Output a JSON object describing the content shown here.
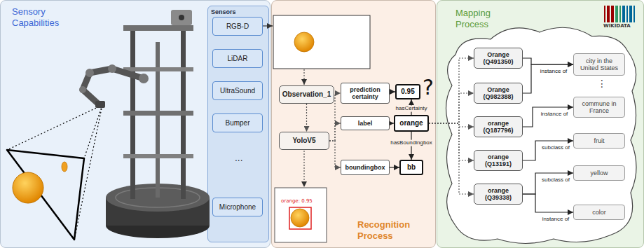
{
  "diagram": {
    "nodes": [
      {
        "text": [
          "Sensory Capabilities"
        ]
      },
      {
        "text": [
          "Sensors"
        ],
        "in": 0
      },
      {
        "text": [
          "RGB-D"
        ],
        "in": 1
      },
      {
        "text": [
          "LiDAR"
        ],
        "in": 1
      },
      {
        "text": [
          "UltraSound"
        ],
        "in": 1
      },
      {
        "text": [
          "Bumper"
        ],
        "in": 1
      },
      {
        "text": [
          "Microphone"
        ],
        "in": 1
      },
      {
        "text": [
          "Recognition Process"
        ]
      },
      {
        "text": [
          "Observation_1"
        ],
        "in": 7
      },
      {
        "text": [
          "YoloV5"
        ],
        "in": 7
      },
      {
        "text": [
          "prediction certainty"
        ],
        "in": 7
      },
      {
        "text": [
          "label"
        ],
        "in": 7
      },
      {
        "text": [
          "boundingbox"
        ],
        "in": 7
      },
      {
        "text": [
          "0.95"
        ],
        "in": 7
      },
      {
        "text": [
          "orange"
        ],
        "in": 7
      },
      {
        "text": [
          "bb"
        ],
        "in": 7
      },
      {
        "text": [
          "Mapping Process"
        ]
      },
      {
        "text": [
          "Orange (Q491350)"
        ],
        "in": 16
      },
      {
        "text": [
          "Orange (Q982388)"
        ],
        "in": 16
      },
      {
        "text": [
          "orange (Q187796)"
        ],
        "in": 16
      },
      {
        "text": [
          "orange (Q13191)"
        ],
        "in": 16
      },
      {
        "text": [
          "orange (Q39338)"
        ],
        "in": 16
      },
      {
        "text": [
          "city in the United States"
        ],
        "in": 16
      },
      {
        "text": [
          "commune in France"
        ],
        "in": 16
      },
      {
        "text": [
          "fruit"
        ],
        "in": 16
      },
      {
        "text": [
          "yellow"
        ],
        "in": 16
      },
      {
        "text": [
          "color"
        ],
        "in": 16
      }
    ],
    "edges": [
      {
        "from": 8,
        "to": 9,
        "arrow": "to"
      },
      {
        "from": 9,
        "to": 10,
        "arrow": "to"
      },
      {
        "from": 9,
        "to": 11,
        "arrow": "to"
      },
      {
        "from": 9,
        "to": 12,
        "arrow": "to"
      },
      {
        "from": 10,
        "to": 13,
        "arrow": "to"
      },
      {
        "from": 11,
        "to": 14,
        "arrow": "to"
      },
      {
        "from": 12,
        "to": 15,
        "arrow": "to"
      },
      {
        "from": 14,
        "to": 13,
        "label": "hasCertainty",
        "arrow": "to"
      },
      {
        "from": 14,
        "to": 15,
        "label": "hasBoundingbox",
        "arrow": "to"
      },
      {
        "from": 14,
        "to": 17,
        "arrow": "to"
      },
      {
        "from": 14,
        "to": 18,
        "arrow": "to"
      },
      {
        "from": 14,
        "to": 19,
        "arrow": "to"
      },
      {
        "from": 14,
        "to": 20,
        "arrow": "to"
      },
      {
        "from": 14,
        "to": 21,
        "arrow": "to"
      },
      {
        "from": 17,
        "to": 22,
        "label": "instance of",
        "arrow": "to"
      },
      {
        "from": 18,
        "to": 22,
        "arrow": "to"
      },
      {
        "from": 19,
        "to": 23,
        "label": "instance of",
        "arrow": "to"
      },
      {
        "from": 20,
        "to": 24,
        "label": "subclass of",
        "arrow": "to"
      },
      {
        "from": 21,
        "to": 25,
        "label": "subclass of",
        "arrow": "to"
      },
      {
        "from": 21,
        "to": 26,
        "label": "instance of",
        "arrow": "to"
      }
    ],
    "labels": [
      "...",
      "orange: 0.95",
      "?",
      "WIKIDATA",
      "⋮"
    ]
  }
}
